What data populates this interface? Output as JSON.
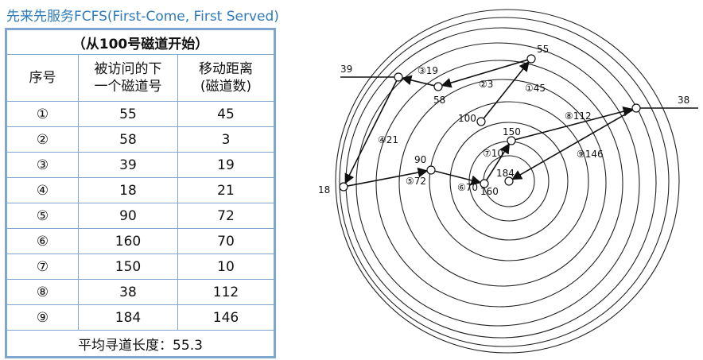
{
  "title": "先来先服务FCFS(First-Come, First Served)",
  "table": {
    "caption": "（从100号磁道开始）",
    "headers": [
      "序号",
      "被访问的下\n一个磁道号",
      "移动距离\n(磁道数)"
    ],
    "rows": [
      {
        "no": "①",
        "track": "55",
        "distance": "45"
      },
      {
        "no": "②",
        "track": "58",
        "distance": "3"
      },
      {
        "no": "③",
        "track": "39",
        "distance": "19"
      },
      {
        "no": "④",
        "track": "18",
        "distance": "21"
      },
      {
        "no": "⑤",
        "track": "90",
        "distance": "72"
      },
      {
        "no": "⑥",
        "track": "160",
        "distance": "70"
      },
      {
        "no": "⑦",
        "track": "150",
        "distance": "10"
      },
      {
        "no": "⑧",
        "track": "38",
        "distance": "112"
      },
      {
        "no": "⑨",
        "track": "184",
        "distance": "146"
      }
    ],
    "footer": "平均寻道长度：55.3"
  },
  "diagram": {
    "nodes": [
      {
        "id": "n100",
        "label": "100"
      },
      {
        "id": "n55",
        "label": "55"
      },
      {
        "id": "n58",
        "label": "58"
      },
      {
        "id": "n39",
        "label": "39"
      },
      {
        "id": "n18",
        "label": "18"
      },
      {
        "id": "n90",
        "label": "90"
      },
      {
        "id": "n160",
        "label": "160"
      },
      {
        "id": "n150",
        "label": "150"
      },
      {
        "id": "n38",
        "label": "38"
      },
      {
        "id": "n184",
        "label": "184"
      }
    ],
    "moves": [
      {
        "id": "m1",
        "label": "①45"
      },
      {
        "id": "m2",
        "label": "②3"
      },
      {
        "id": "m3",
        "label": "③19"
      },
      {
        "id": "m4",
        "label": "④21"
      },
      {
        "id": "m5",
        "label": "⑤72"
      },
      {
        "id": "m6",
        "label": "⑥70"
      },
      {
        "id": "m7",
        "label": "⑦10"
      },
      {
        "id": "m8",
        "label": "⑧112"
      },
      {
        "id": "m9",
        "label": "⑨146"
      }
    ]
  }
}
